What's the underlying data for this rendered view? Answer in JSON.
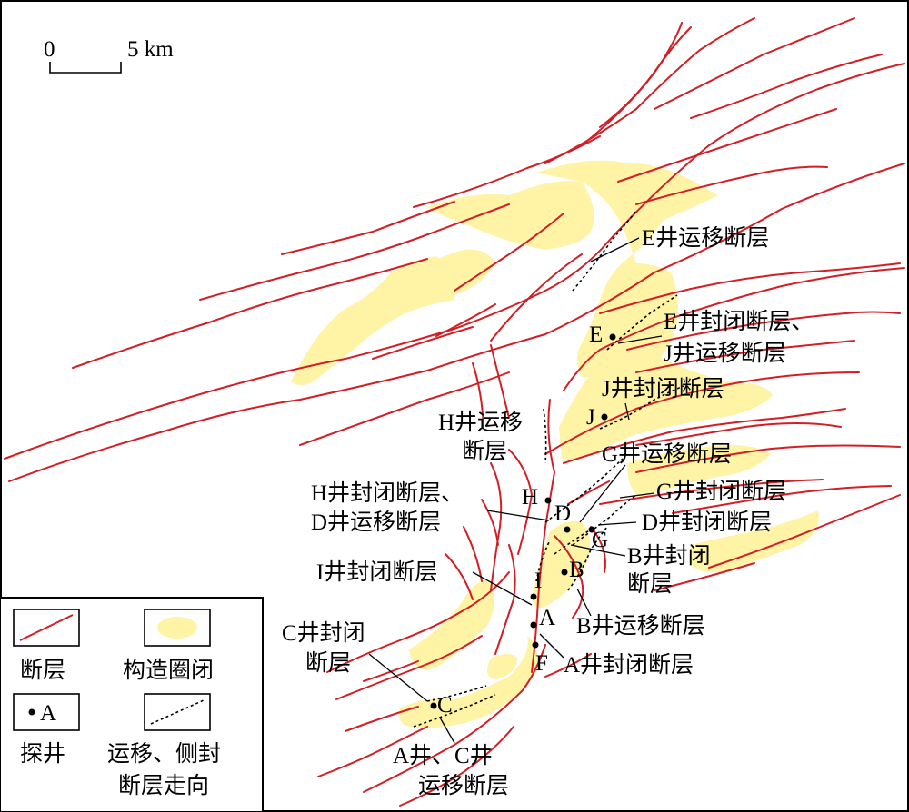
{
  "scale_bar": {
    "zero": "0",
    "end": "5 km"
  },
  "wells": [
    "E",
    "J",
    "H",
    "D",
    "G",
    "B",
    "I",
    "A",
    "F",
    "C"
  ],
  "annotations": {
    "e_migration": "E井运移断层",
    "e_seal_line1": "E井封闭断层、",
    "e_seal_line2": "J井运移断层",
    "j_seal": "J井封闭断层",
    "h_migration_line1": "H井运移",
    "h_migration_line2": "断层",
    "g_migration": "G井运移断层",
    "g_seal": "G井封闭断层",
    "h_seal_line1": "H井封闭断层、",
    "h_seal_line2": "D井运移断层",
    "d_seal": "D井封闭断层",
    "b_seal_line1": "B井封闭",
    "b_seal_line2": "断层",
    "i_seal": "I井封闭断层",
    "b_migration": "B井运移断层",
    "a_seal": "A井封闭断层",
    "c_seal_line1": "C井封闭",
    "c_seal_line2": "断层",
    "ac_migration_line1": "A井、C井",
    "ac_migration_line2": "运移断层"
  },
  "legend": {
    "fault": "断层",
    "closure": "构造圈闭",
    "well_symbol": "A",
    "well": "探井",
    "direction_line1": "运移、侧封",
    "direction_line2": "断层走向"
  },
  "colors": {
    "fault": "#d21f26",
    "closure": "#fff3a6",
    "direction": "#000000"
  }
}
